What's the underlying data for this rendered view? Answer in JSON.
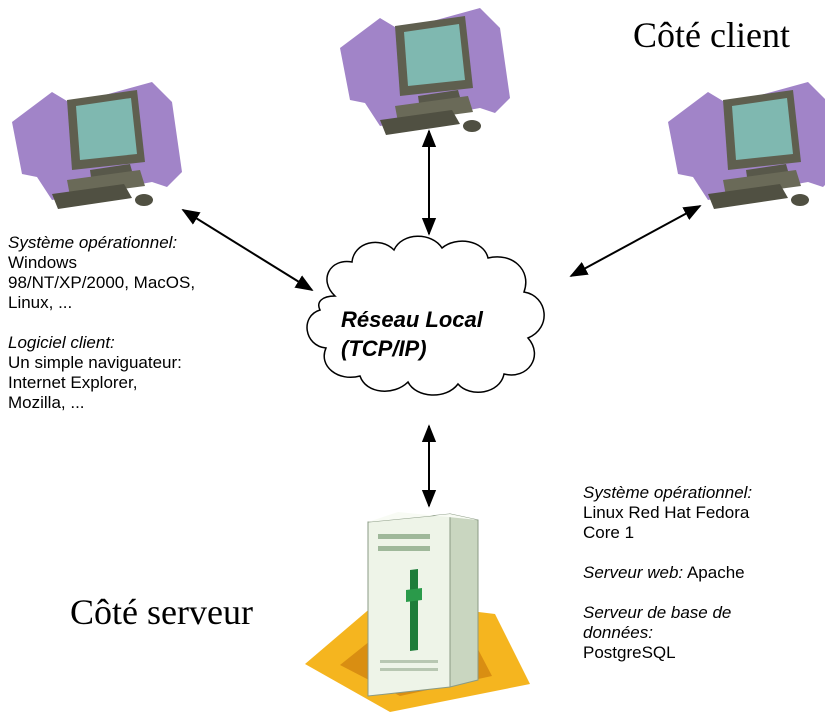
{
  "client_heading": "Côté client",
  "server_heading": "Côté serveur",
  "network": {
    "line1": "Réseau Local",
    "line2": "(TCP/IP)"
  },
  "client_info": {
    "os_label": "Système opérationnel:",
    "os_line1": "Windows",
    "os_line2": "98/NT/XP/2000, MacOS,",
    "os_line3": "Linux, ...",
    "software_label": "Logiciel client:",
    "software_line1": "Un simple naviguateur:",
    "software_line2": "Internet Explorer,",
    "software_line3": "Mozilla, ..."
  },
  "server_info": {
    "os_label": "Système opérationnel:",
    "os_line1": "Linux Red Hat Fedora",
    "os_line2": "Core 1",
    "web_label": "Serveur web:",
    "web_value": "Apache",
    "db_label_line1": "Serveur de base de",
    "db_label_line2": "données:",
    "db_value": "PostgreSQL"
  },
  "colors": {
    "mat_purple": "#a184c8",
    "monitor": "#6a6a58",
    "screen": "#7fb8b0",
    "server_pad": "#f5b51f",
    "server_body": "#eef4e8"
  },
  "icons": [
    "client-computer-icon",
    "server-tower-icon",
    "network-cloud-icon",
    "double-arrow-icon"
  ]
}
